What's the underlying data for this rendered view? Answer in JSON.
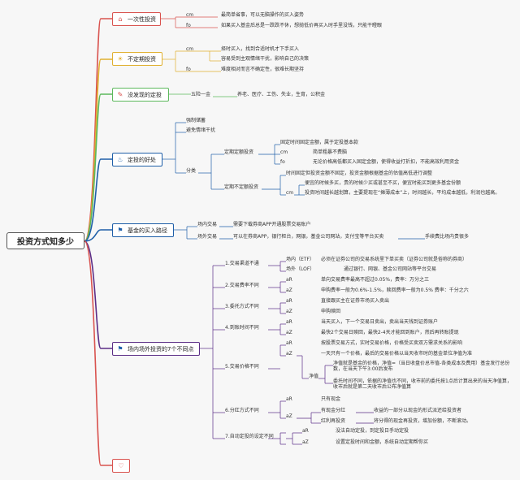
{
  "root": "投资方式知多少",
  "colors": {
    "red": "#d9534f",
    "yellow": "#e0b030",
    "green": "#5cb85c",
    "blue": "#1f5fa8",
    "purple": "#5b2d86",
    "pink": "#d9534f"
  },
  "b1": {
    "title": "一次性投资",
    "icon": "home-icon",
    "cm": "cm",
    "cm_text": "最简单省事，可以无脑操作的买入姿势",
    "fo": "fo",
    "fo_text": "如果买入基金后总是一跌跌不休，想抛低价再买入时手里没钱，只能干瞪眼"
  },
  "b2": {
    "title": "不定期投资",
    "icon": "lightbulb-icon",
    "cm": "cm",
    "cm_items": [
      "择时买入，找到合适时机才下手买入",
      "容易受到主观情绪干扰，影响自己的决策"
    ],
    "fo": "fo",
    "fo_text": "难度相对而言不确定性，很难长期坚持"
  },
  "b3": {
    "title": "没发现的定投",
    "icon": "megaphone-icon",
    "label": "五险一金",
    "text": "养老、医疗、工伤、失业，生育，公积金"
  },
  "b4": {
    "title": "定投的好处",
    "icon": "flame-icon",
    "i1": "强制储蓄",
    "i2": "避免情绪干扰",
    "cls": "分类",
    "fixed": {
      "label": "定期定额投资",
      "desc": "固定时间固定金额，属于定投基本款",
      "cm": "cm",
      "cm_text": "简单粗暴不费脑",
      "fo": "fo",
      "fo_text": "无论价格高低都买入固定金额，使得收益打折扣，不能高效利用资金"
    },
    "vary": {
      "label": "定期不定额投资",
      "desc": "时间固定但投资金额不固定，投资金额根据基金的估值高低进行调整",
      "cm": "cm",
      "cm_items": [
        "便宜的时候多买，贵的时候少买或甚至不买，便宜时能买到更多基金份额",
        "投资时间越长越划算，主要提现在“摊薄成本”上，时间越长，平均成本越低，利润也越高。"
      ]
    }
  },
  "b5": {
    "title": "基金的买入路径",
    "icon": "flag-icon",
    "in_label": "场内交易",
    "in_text": "需要下载券商APP开通股票交易账户",
    "out_label": "场外交易",
    "out_text": "可以在券商APP，银行柜台，网银，基金公司网站，支付宝等平台买卖",
    "out_extra": "手续费比场内贵很多"
  },
  "b6": {
    "title": "场内场外投资的7个不同点",
    "icon": "flag-icon",
    "p1": {
      "label": "1.交易渠道不通",
      "r1l": "场内（ETF）",
      "r1t": "必须在证券公司的交易系统里下单买卖（证券公司就是俗称的券商）",
      "r2l": "场外（LOF）",
      "r2t": "通过银行、网银、基金公司网站等平台交易"
    },
    "p2": {
      "label": "2.交易费率不同",
      "r1l": "aR",
      "r1t": "单向交易费率最高不超过0.05%，费率：万分之三",
      "r2l": "aZ",
      "r2t": "申购费率一般为0.6%-1.5%，赎回费率一般为0.5% 费率：千分之六"
    },
    "p3": {
      "label": "3.委托方式不同",
      "r1l": "aR",
      "r1t": "直接跟买主在证券市场买入卖出",
      "r2l": "aZ",
      "r2t": "申购赎回"
    },
    "p4": {
      "label": "4.到账时间不同",
      "r1l": "aR",
      "r1t": "当天买入，下一个交易日卖出，卖出当天钱到证券账户",
      "r2l": "aZ",
      "r2t": "最快2个交易日赎回，最快2-4天才能回到账户，然后再转账提现"
    },
    "p5": {
      "label": "5.交易价格不同",
      "r1l": "aR",
      "r1t": "按股票交易方式，实时交易价格，价格受买卖双方需求关系的影响",
      "r2l": "aZ",
      "r2t": "一天只有一个价格，最后的交易价格以当天收市时的基金单位净值为准",
      "nav_label": "净值",
      "nav1": "净值就是基金的价格，净值=（当日收盘价总市值-各类成本及费用）基金发行总份数，在当天下午3:00后发布",
      "nav2": "委托时间不同，依据的净值也不同，收市前的委托按1点后计算出来的当天净值算，收市后就是第二天收市后公布净值算"
    },
    "p6": {
      "label": "6.分红方式不同",
      "r1l": "aR",
      "r1t": "只有现金",
      "r2l": "aZ",
      "r2t": "有现金分红",
      "r2x": "收益的一部分以现金的形式派还给投资者",
      "r3t": "红利再投资",
      "r3x": "将分得的现金再投资，增加份额，不断滚动。"
    },
    "p7": {
      "label": "7.自动定投的设定不同",
      "r1l": "aR",
      "r1t": "没法自动定投，到定投日手动定投",
      "r2l": "aZ",
      "r2t": "设置定投时间和金额，系统自动定期帮你买"
    }
  },
  "b7": {
    "icon": "heart-icon"
  }
}
